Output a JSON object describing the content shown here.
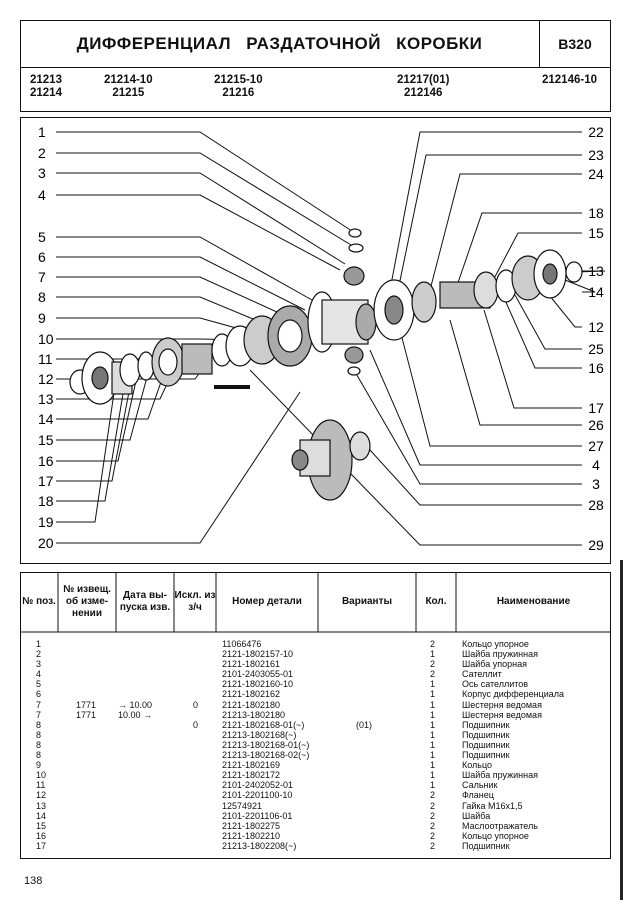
{
  "header": {
    "title": "ДИФФЕРЕНЦИАЛ РАЗДАТОЧНОЙ КОРОБКИ",
    "code": "B320",
    "models": [
      {
        "line1": "21213",
        "line2": "21214"
      },
      {
        "line1": "21214-10",
        "line2": "21215"
      },
      {
        "line1": "21215-10",
        "line2": "21216"
      },
      {
        "line1": "21217(01)",
        "line2": "212146"
      },
      {
        "line1": "212146-10",
        "line2": ""
      }
    ]
  },
  "figure": {
    "left_callouts": [
      "1",
      "2",
      "3",
      "4",
      "5",
      "6",
      "7",
      "8",
      "9",
      "10",
      "11",
      "12",
      "13",
      "14",
      "15",
      "16",
      "17",
      "18",
      "19",
      "20"
    ],
    "right_callouts": [
      "22",
      "23",
      "24",
      "18",
      "15",
      "13",
      "14",
      "12",
      "25",
      "16",
      "17",
      "26",
      "27",
      "4",
      "3",
      "28",
      "29"
    ]
  },
  "table": {
    "headers": {
      "pos": "№ поз.",
      "notice": "№ извещ. об изме-нении",
      "date": "Дата вы-пуска изв.",
      "excl": "Искл. из з/ч",
      "part": "Номер детали",
      "variants": "Варианты",
      "qty": "Кол.",
      "name": "Наименование"
    },
    "rows": [
      {
        "pos": "1",
        "notice": "",
        "date": "",
        "excl": "",
        "part": "11066476",
        "var": "",
        "qty": "2",
        "name": "Кольцо упорное"
      },
      {
        "pos": "2",
        "notice": "",
        "date": "",
        "excl": "",
        "part": "2121-1802157-10",
        "var": "",
        "qty": "1",
        "name": "Шайба пружинная"
      },
      {
        "pos": "3",
        "notice": "",
        "date": "",
        "excl": "",
        "part": "2121-1802161",
        "var": "",
        "qty": "2",
        "name": "Шайба упорная"
      },
      {
        "pos": "4",
        "notice": "",
        "date": "",
        "excl": "",
        "part": "2101-2403055-01",
        "var": "",
        "qty": "2",
        "name": "Сателлит"
      },
      {
        "pos": "5",
        "notice": "",
        "date": "",
        "excl": "",
        "part": "2121-1802160-10",
        "var": "",
        "qty": "1",
        "name": "Ось сателлитов"
      },
      {
        "pos": "6",
        "notice": "",
        "date": "",
        "excl": "",
        "part": "2121-1802162",
        "var": "",
        "qty": "1",
        "name": "Корпус дифференциала"
      },
      {
        "pos": "7",
        "notice": "1771",
        "date": "→ 10.00",
        "excl": "0",
        "part": "2121-1802180",
        "var": "",
        "qty": "1",
        "name": "Шестерня ведомая"
      },
      {
        "pos": "7",
        "notice": "1771",
        "date": "10.00 →",
        "excl": "",
        "part": "21213-1802180",
        "var": "",
        "qty": "1",
        "name": "Шестерня ведомая"
      },
      {
        "pos": "8",
        "notice": "",
        "date": "",
        "excl": "0",
        "part": "2121-1802168-01(~)",
        "var": "(01)",
        "qty": "1",
        "name": "Подшипник"
      },
      {
        "pos": "8",
        "notice": "",
        "date": "",
        "excl": "",
        "part": "21213-1802168(~)",
        "var": "",
        "qty": "1",
        "name": "Подшипник"
      },
      {
        "pos": "8",
        "notice": "",
        "date": "",
        "excl": "",
        "part": "21213-1802168-01(~)",
        "var": "",
        "qty": "1",
        "name": "Подшипник"
      },
      {
        "pos": "8",
        "notice": "",
        "date": "",
        "excl": "",
        "part": "21213-1802168-02(~)",
        "var": "",
        "qty": "1",
        "name": "Подшипник"
      },
      {
        "pos": "9",
        "notice": "",
        "date": "",
        "excl": "",
        "part": "2121-1802169",
        "var": "",
        "qty": "1",
        "name": "Кольцо"
      },
      {
        "pos": "10",
        "notice": "",
        "date": "",
        "excl": "",
        "part": "2121-1802172",
        "var": "",
        "qty": "1",
        "name": "Шайба пружинная"
      },
      {
        "pos": "11",
        "notice": "",
        "date": "",
        "excl": "",
        "part": "2101-2402052-01",
        "var": "",
        "qty": "1",
        "name": "Сальник"
      },
      {
        "pos": "12",
        "notice": "",
        "date": "",
        "excl": "",
        "part": "2101-2201100-10",
        "var": "",
        "qty": "2",
        "name": "Фланец"
      },
      {
        "pos": "13",
        "notice": "",
        "date": "",
        "excl": "",
        "part": "12574921",
        "var": "",
        "qty": "2",
        "name": "Гайка М16х1,5"
      },
      {
        "pos": "14",
        "notice": "",
        "date": "",
        "excl": "",
        "part": "2101-2201106-01",
        "var": "",
        "qty": "2",
        "name": "Шайба"
      },
      {
        "pos": "15",
        "notice": "",
        "date": "",
        "excl": "",
        "part": "2121-1802275",
        "var": "",
        "qty": "2",
        "name": "Маслоотражатель"
      },
      {
        "pos": "16",
        "notice": "",
        "date": "",
        "excl": "",
        "part": "2121-1802210",
        "var": "",
        "qty": "2",
        "name": "Кольцо упорное"
      },
      {
        "pos": "17",
        "notice": "",
        "date": "",
        "excl": "",
        "part": "21213-1802208(~)",
        "var": "",
        "qty": "2",
        "name": "Подшипник"
      }
    ]
  },
  "page_number": "138"
}
